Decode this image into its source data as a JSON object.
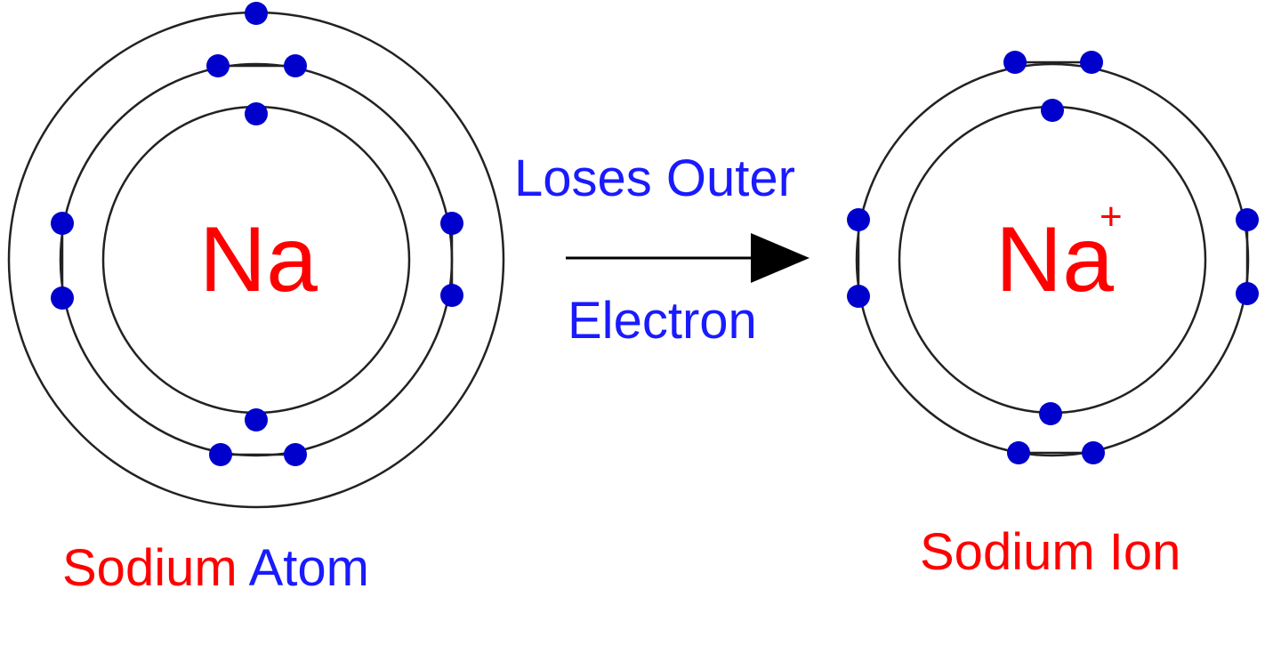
{
  "colors": {
    "red": "#ff0000",
    "blue": "#1a1aff",
    "electron": "#0000cc",
    "shell": "#222222",
    "arrow": "#000000"
  },
  "atom": {
    "symbol": "Na",
    "caption_part1": "Sodium",
    "caption_part2": "Atom",
    "shells": [
      {
        "electrons": 2
      },
      {
        "electrons": 8
      },
      {
        "electrons": 1
      }
    ]
  },
  "ion": {
    "symbol": "Na",
    "charge": "+",
    "caption": "Sodium Ion",
    "shells": [
      {
        "electrons": 2
      },
      {
        "electrons": 8
      }
    ]
  },
  "reaction": {
    "line1": "Loses Outer",
    "line2": "Electron",
    "arrow_icon": "right-arrow-icon"
  }
}
